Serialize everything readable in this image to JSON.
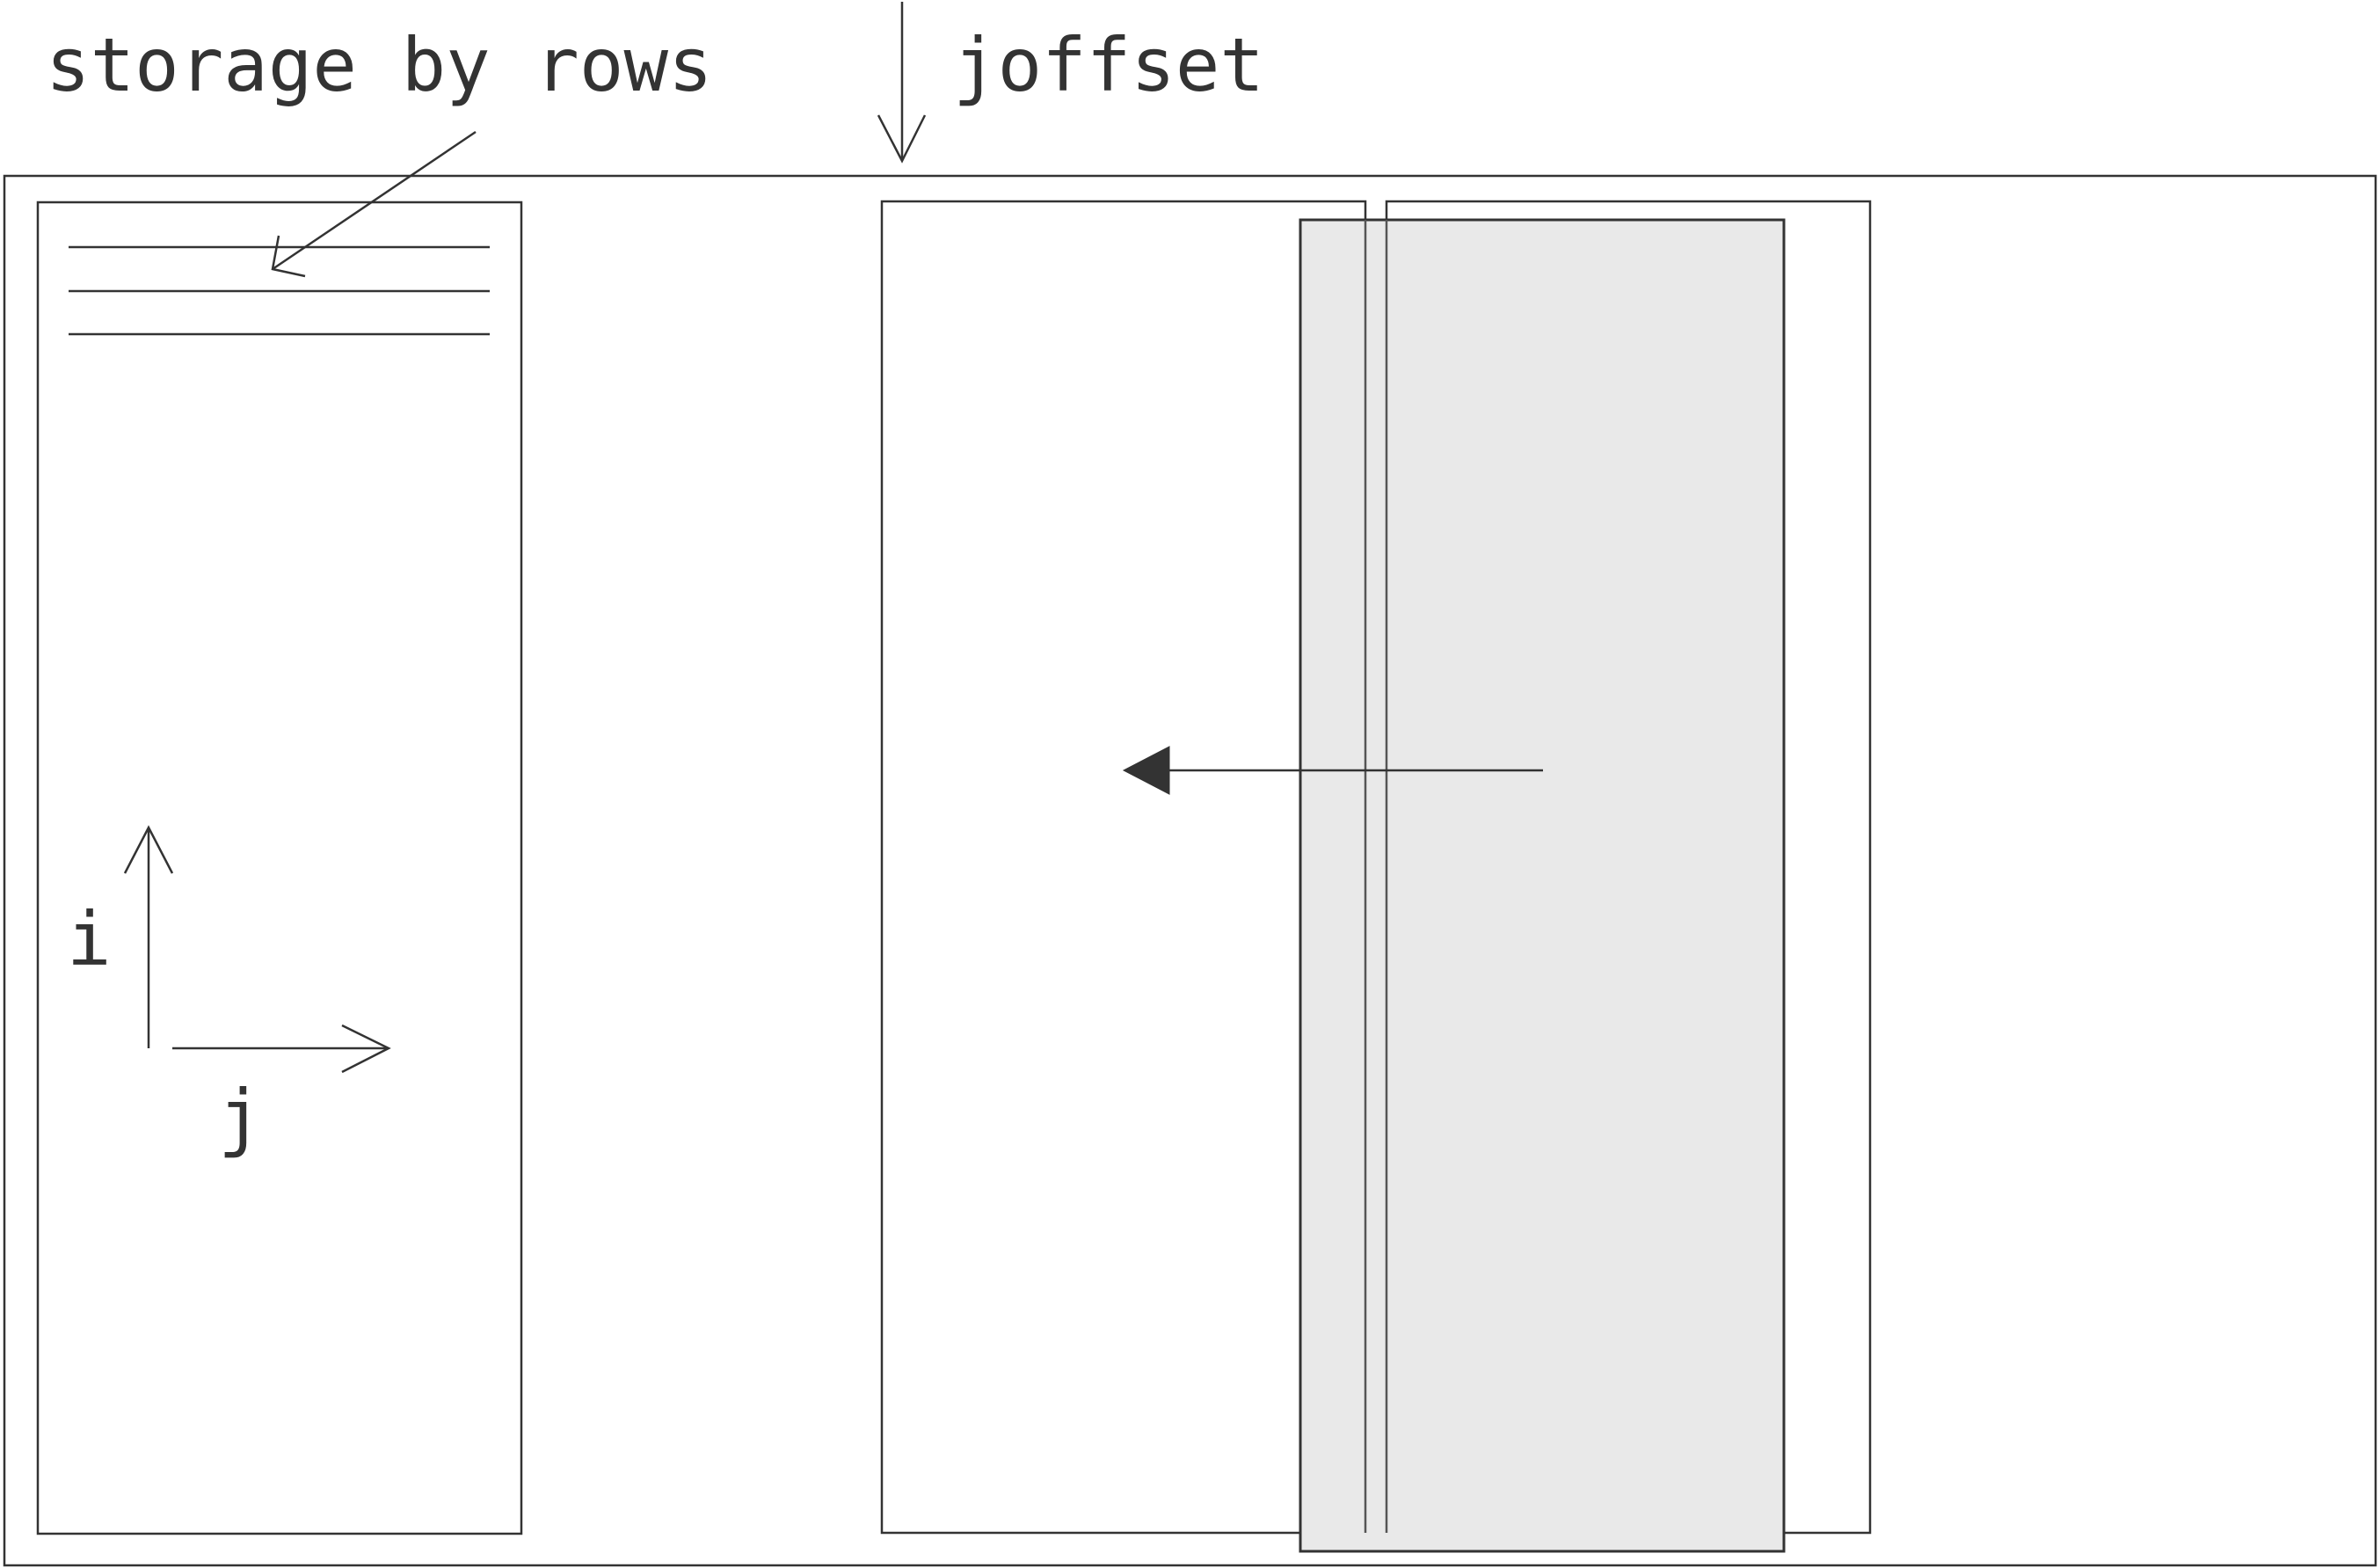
{
  "labels": {
    "storage": "storage by rows",
    "joffset": "joffset",
    "axis_i": "i",
    "axis_j": "j"
  },
  "colors": {
    "stroke": "#333333",
    "shaded_panel": "#e9e9e9",
    "background": "#ffffff"
  }
}
